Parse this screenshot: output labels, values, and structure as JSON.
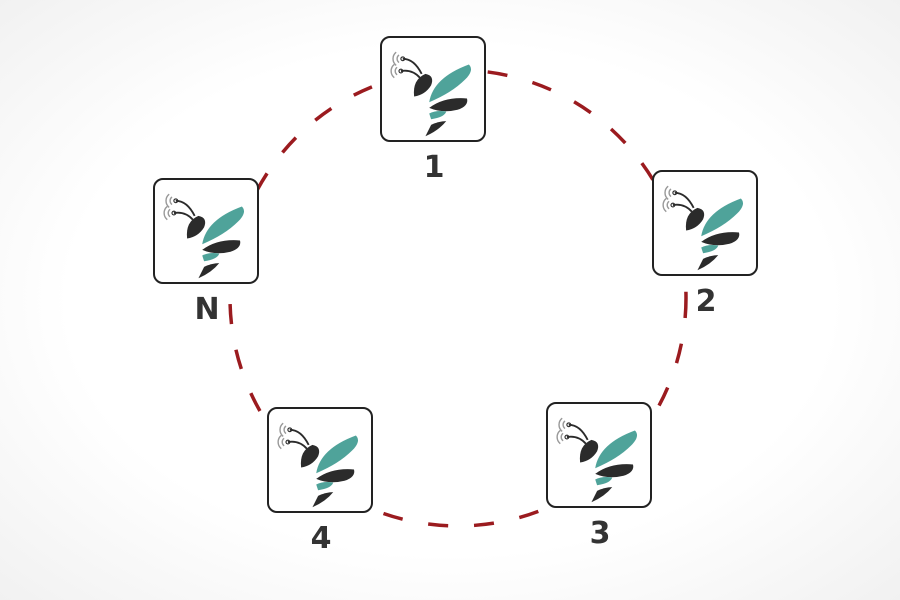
{
  "colors": {
    "ring": "#9b1b1f",
    "teal": "#4fa39a",
    "dark": "#2b2b2b"
  },
  "nodes": [
    {
      "id": "1",
      "label": "1",
      "icon": "bee-icon"
    },
    {
      "id": "2",
      "label": "2",
      "icon": "bee-icon"
    },
    {
      "id": "3",
      "label": "3",
      "icon": "bee-icon"
    },
    {
      "id": "4",
      "label": "4",
      "icon": "bee-icon"
    },
    {
      "id": "N",
      "label": "N",
      "icon": "bee-icon"
    }
  ]
}
